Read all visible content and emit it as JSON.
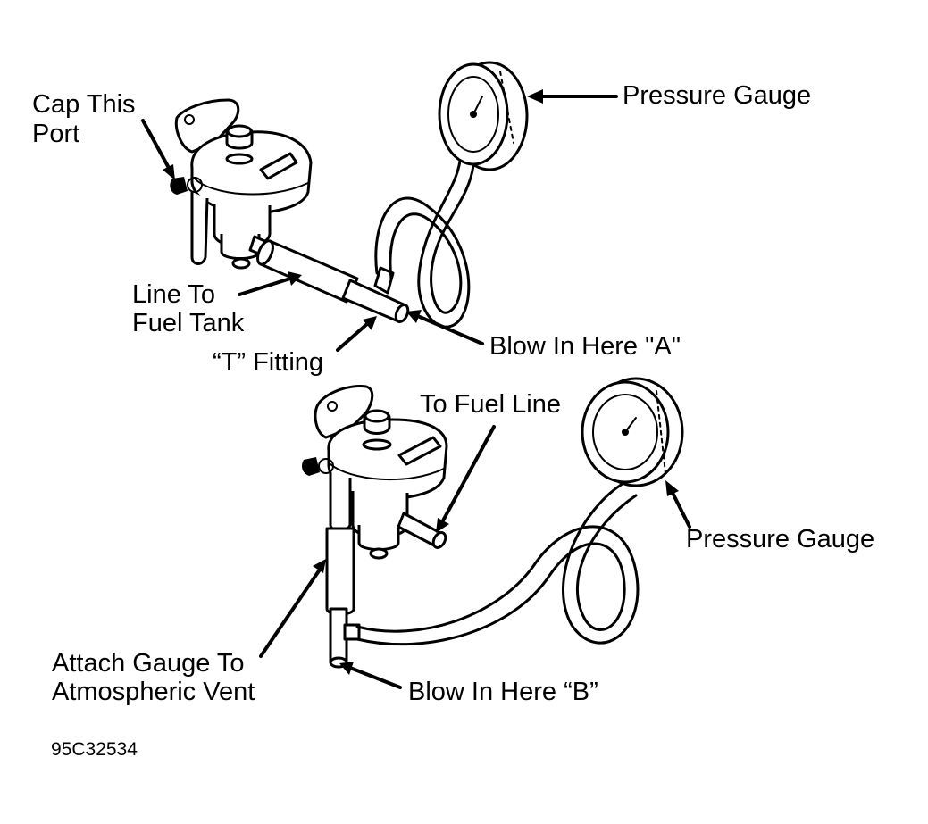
{
  "labels": {
    "cap_this_port": [
      "Cap This",
      "Port"
    ],
    "pressure_gauge_top": "Pressure Gauge",
    "line_to_fuel_tank": [
      "Line To",
      "Fuel Tank"
    ],
    "blow_in_here_a": "Blow In Here \"A\"",
    "t_fitting": "“T” Fitting",
    "to_fuel_line": "To Fuel Line",
    "pressure_gauge_bottom": "Pressure Gauge",
    "attach_gauge": [
      "Attach Gauge To",
      "Atmospheric Vent"
    ],
    "blow_in_here_b": "Blow In Here “B”"
  },
  "figure_code": "95C32534",
  "colors": {
    "ink": "#000000",
    "background": "#ffffff"
  }
}
